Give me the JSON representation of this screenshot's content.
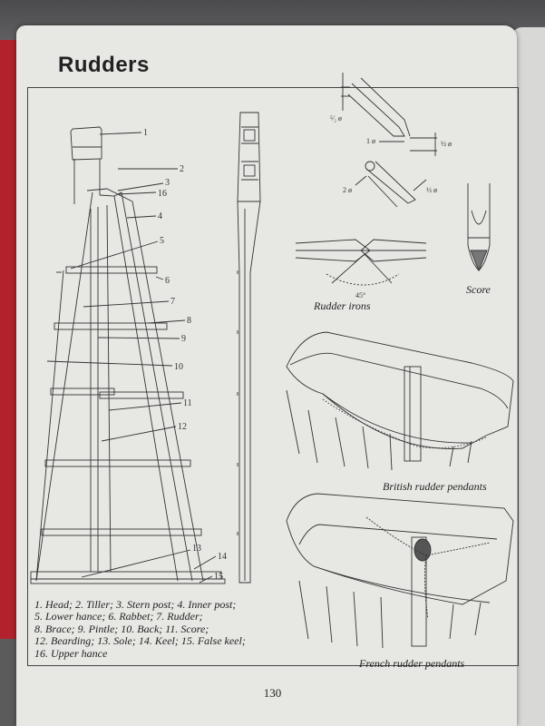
{
  "page": {
    "title": "Rudders",
    "page_number": "130"
  },
  "figure": {
    "part_numbers": [
      "1",
      "2",
      "3",
      "16",
      "4",
      "5",
      "6",
      "7",
      "8",
      "9",
      "10",
      "11",
      "12",
      "13",
      "14",
      "15"
    ],
    "captions": {
      "rudder_irons": "Rudder irons",
      "score": "Score",
      "british": "British rudder pendants",
      "french": "French rudder pendants"
    },
    "dimensions": {
      "d1": "⁵⁄₂ ø",
      "d2": "1 ø",
      "d3": "½ ø",
      "d4": "2 ø",
      "d5": "½ ø",
      "angle": "45°"
    }
  },
  "legend": {
    "lines": [
      "1. Head; 2. Tiller; 3. Stern post; 4. Inner post;",
      "5. Lower hance; 6. Rabbet; 7. Rudder;",
      "8. Brace; 9. Pintle; 10. Back; 11. Score;",
      "12. Bearding; 13. Sole; 14. Keel; 15. False keel;",
      "16. Upper hance"
    ]
  }
}
